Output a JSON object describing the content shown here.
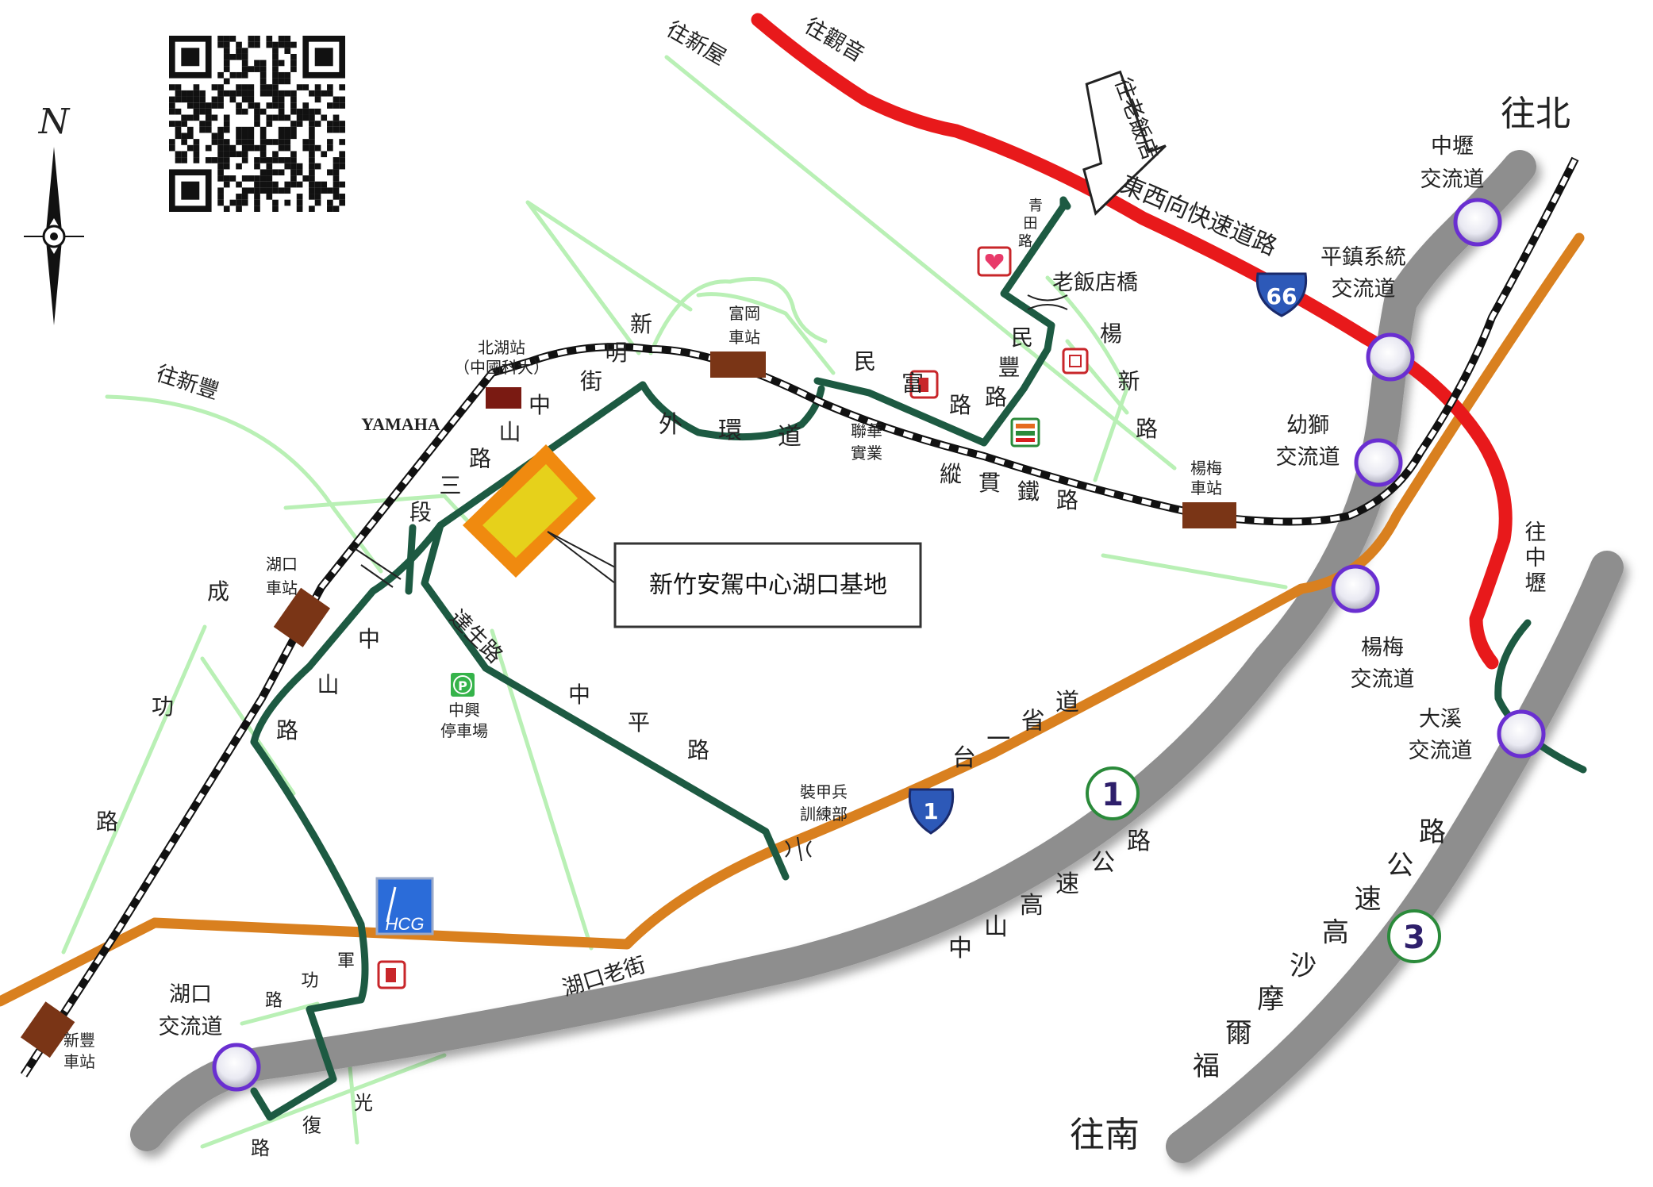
{
  "colors": {
    "freeway": "#8e8e8e",
    "expressway": "#e8191b",
    "provincial": "#d9801f",
    "local_road": "#1d5a42",
    "minor_road": "#b9f0b5",
    "rail": "#111111",
    "station": "#7a3516",
    "site_outer": "#f08a0f",
    "site_inner": "#e6d11b",
    "interchange_stroke": "#6a2fd1"
  },
  "north_label": "N",
  "directions": {
    "north": "往北",
    "south": "往南",
    "zhongli": [
      "往",
      "中",
      "壢"
    ],
    "guanyin": "往觀音",
    "xinwu": "往新屋",
    "xinfeng": "往新豐",
    "laofandian": "往老飯店"
  },
  "roads": {
    "expressway66": "東西向快速道路",
    "expressway66_number": "66",
    "freeway1": [
      "中",
      "山",
      "高",
      "速",
      "公",
      "路"
    ],
    "freeway1_number": "1",
    "freeway3": [
      "福",
      "爾",
      "摩",
      "沙",
      "高",
      "速",
      "公",
      "路"
    ],
    "freeway3_number": "3",
    "provincial1": [
      "台",
      "一",
      "省",
      "道"
    ],
    "provincial1_number": "1",
    "zongguan_rail": [
      "縱",
      "貫",
      "鐵",
      "路"
    ],
    "waihuan": [
      "外",
      "環",
      "道"
    ],
    "xinming": [
      "新",
      "明",
      "街"
    ],
    "minfu": [
      "民",
      "富",
      "路"
    ],
    "minfeng": [
      "民",
      "豐",
      "路"
    ],
    "yangxin": [
      "楊",
      "新",
      "路"
    ],
    "qingtian": [
      "青",
      "田",
      "路"
    ],
    "zhongshan3": [
      "中",
      "山",
      "路",
      "三",
      "段"
    ],
    "chenggong": [
      "成",
      "功",
      "路"
    ],
    "zhongshan": [
      "中",
      "山",
      "路"
    ],
    "dasheng": "達生路",
    "zhongping": [
      "中",
      "平",
      "路"
    ],
    "hukou_old_street": "湖口老街",
    "jungong": [
      "軍",
      "功",
      "路"
    ],
    "guangfu": [
      "光",
      "復",
      "路"
    ],
    "laofandian_bridge": "老飯店橋"
  },
  "interchanges": {
    "zhongli": [
      "中壢",
      "交流道"
    ],
    "pingzhen": [
      "平鎮系統",
      "交流道"
    ],
    "youshi": [
      "幼獅",
      "交流道"
    ],
    "yangmei": [
      "楊梅",
      "交流道"
    ],
    "daxi": [
      "大溪",
      "交流道"
    ],
    "hukou": [
      "湖口",
      "交流道"
    ]
  },
  "stations": {
    "beihu": [
      "北湖站",
      "（中國科大）"
    ],
    "fugang": [
      "富岡",
      "車站"
    ],
    "yangmei": [
      "楊梅",
      "車站"
    ],
    "hukou": [
      "湖口",
      "車站"
    ],
    "xinfeng": [
      "新豐",
      "車站"
    ]
  },
  "landmarks": {
    "yamaha": "YAMAHA",
    "lianhua": [
      "聯華",
      "實業"
    ],
    "zhongxing_parking": [
      "中興",
      "停車場"
    ],
    "parking_glyph": "P",
    "armor_school": [
      "裝甲兵",
      "訓練部"
    ],
    "hcg": "HCG",
    "callout": "新竹安駕中心湖口基地"
  }
}
